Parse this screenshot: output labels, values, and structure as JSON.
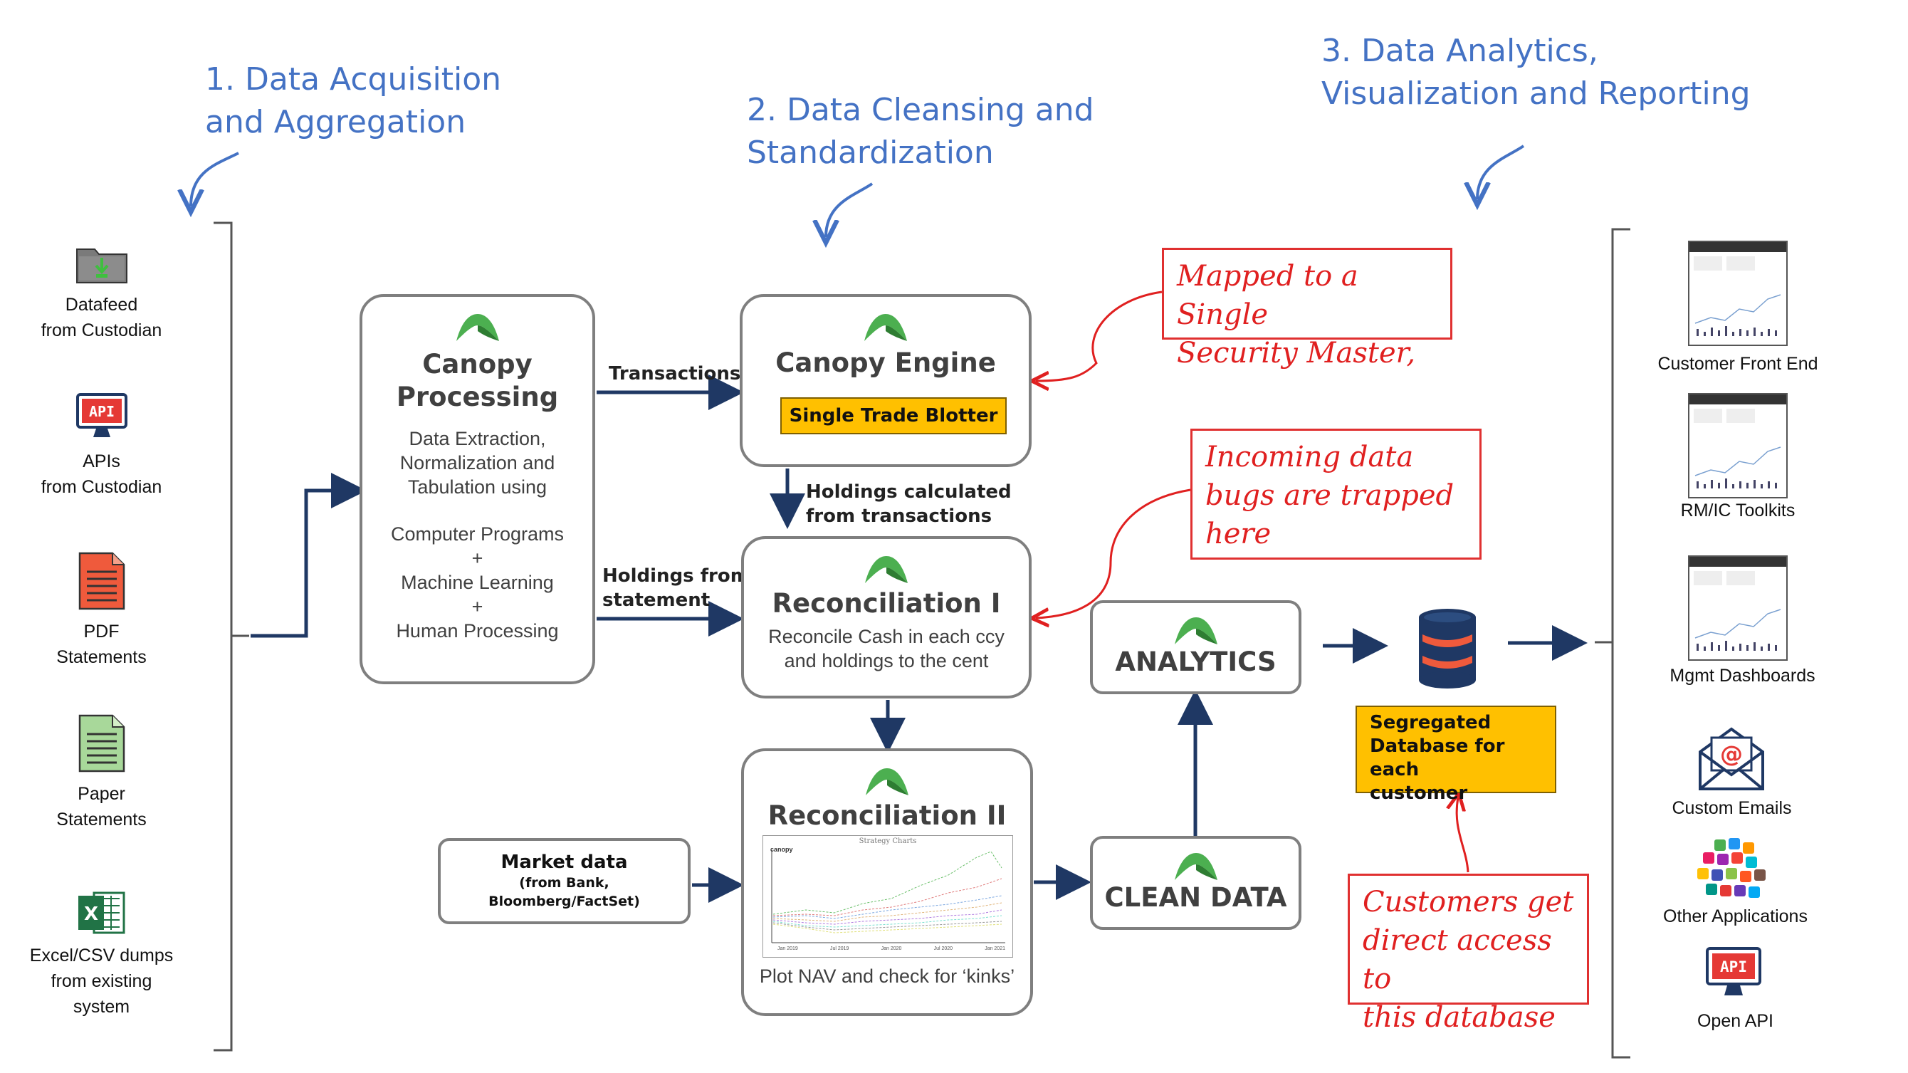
{
  "stages": {
    "s1": [
      "1. Data Acquisition",
      "and Aggregation"
    ],
    "s2": [
      "2. Data Cleansing and",
      "Standardization"
    ],
    "s3": [
      "3. Data Analytics,",
      "Visualization and Reporting"
    ]
  },
  "sources": [
    {
      "icon": "datafeed-folder-icon",
      "lines": [
        "Datafeed",
        "from Custodian"
      ]
    },
    {
      "icon": "api-monitor-icon",
      "lines": [
        "APIs",
        "from Custodian"
      ]
    },
    {
      "icon": "pdf-document-icon",
      "lines": [
        "PDF",
        "Statements"
      ]
    },
    {
      "icon": "paper-document-icon",
      "lines": [
        "Paper",
        "Statements"
      ]
    },
    {
      "icon": "excel-icon",
      "lines": [
        "Excel/CSV dumps",
        "from existing",
        "system"
      ]
    }
  ],
  "processing": {
    "title": [
      "Canopy",
      "Processing"
    ],
    "desc": [
      "Data Extraction,",
      "Normalization and",
      "Tabulation using"
    ],
    "methods": [
      "Computer Programs",
      "+",
      "Machine Learning",
      "+",
      "Human Processing"
    ]
  },
  "engine": {
    "title": "Canopy Engine",
    "blotter": "Single Trade Blotter"
  },
  "recon1": {
    "title": "Reconciliation I",
    "desc": [
      "Reconcile Cash in each ccy",
      "and holdings to the cent"
    ]
  },
  "recon2": {
    "title": "Reconciliation II",
    "caption": "Plot NAV and check for ‘kinks’"
  },
  "mini_chart": {
    "title": "Strategy Charts",
    "brand": "canopy",
    "x_ticks": [
      "Jan 2019",
      "Jul 2019",
      "Jan 2020",
      "Jul 2020",
      "Jan 2021"
    ]
  },
  "market": {
    "title": "Market data",
    "sub": [
      "(from Bank,",
      "Bloomberg/FactSet)"
    ]
  },
  "analytics": {
    "title": "ANALYTICS"
  },
  "clean": {
    "title": "CLEAN DATA"
  },
  "labels": {
    "transactions": "Transactions",
    "holdings_calc": [
      "Holdings calculated",
      "from transactions"
    ],
    "holdings_stmt": [
      "Holdings from",
      "statement"
    ]
  },
  "database": {
    "label": [
      "Segregated",
      "Database for each",
      "customer"
    ]
  },
  "notes": {
    "security_master": [
      "Mapped to a Single",
      "Security Master,"
    ],
    "bugs": [
      "Incoming data",
      "bugs are trapped",
      "here"
    ],
    "access": [
      "Customers get",
      "direct access to",
      "this database"
    ]
  },
  "outputs": [
    {
      "icon": "customer-front-end-dashboard",
      "label": "Customer Front End"
    },
    {
      "icon": "rm-ic-toolkit-dashboard",
      "label": "RM/IC Toolkits"
    },
    {
      "icon": "mgmt-dashboard",
      "label": "Mgmt Dashboards"
    },
    {
      "icon": "email-envelope-icon",
      "label": "Custom Emails"
    },
    {
      "icon": "app-icons-cluster-icon",
      "label": "Other Applications"
    },
    {
      "icon": "api-monitor-icon",
      "label": "Open API"
    }
  ],
  "colors": {
    "stage_blue": "#4472C4",
    "arrow_navy": "#1F3864",
    "note_red": "#E02020",
    "highlight_yellow": "#FFC000",
    "canopy_green": "#4CAF50"
  }
}
